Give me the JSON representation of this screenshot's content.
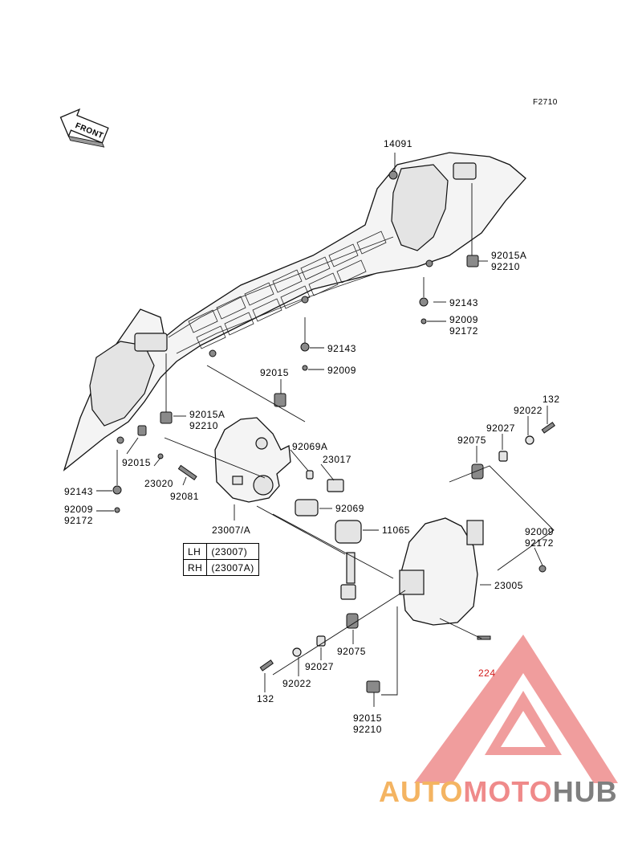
{
  "diagram": {
    "figure_code": "F2710",
    "front_label": "FRONT",
    "part_labels": {
      "p14091": "14091",
      "p92015A_top": "92015A",
      "p92210_top": "92210",
      "p92143_right": "92143",
      "p92009_right": "92009",
      "p92172_right": "92172",
      "p92143_mid": "92143",
      "p92009_mid": "92009",
      "p92015_mid": "92015",
      "p92015A_left": "92015A",
      "p92210_left": "92210",
      "p92069A": "92069A",
      "p23017": "23017",
      "p92015_left": "92015",
      "p23020": "23020",
      "p92081": "92081",
      "p92143_left": "92143",
      "p92009_left": "92009",
      "p92172_left": "92172",
      "p92069": "92069",
      "p11065": "11065",
      "p23007A": "23007/A",
      "p132_top": "132",
      "p92022_top": "92022",
      "p92027_top": "92027",
      "p92075_top": "92075",
      "p92009_r2": "92009",
      "p92172_r2": "92172",
      "p23005": "23005",
      "p92075_bot": "92075",
      "p92027_bot": "92027",
      "p92022_bot": "92022",
      "p132_bot": "132",
      "p224": "224",
      "p92015_bot": "92015",
      "p92210_bot": "92210"
    },
    "legend": [
      {
        "side": "LH",
        "part": "(23007)"
      },
      {
        "side": "RH",
        "part": "(23007A)"
      }
    ]
  },
  "watermark": {
    "text_a": "AUTO",
    "text_b": "MOTO",
    "text_c": "HUB",
    "colors": {
      "a": "#f4b462",
      "b": "#ef8a8a",
      "c": "#7f7f7f"
    }
  }
}
